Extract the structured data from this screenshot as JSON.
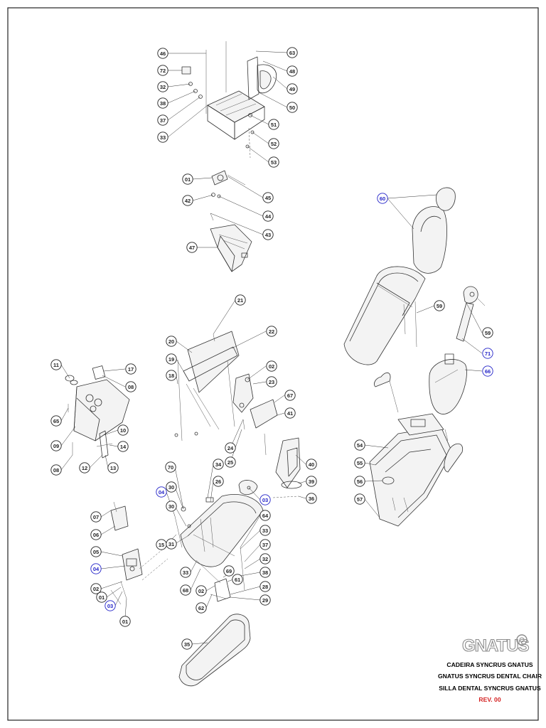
{
  "logo": {
    "text": "GNATUS"
  },
  "title_block": {
    "line1": "CADEIRA SYNCRUS GNATUS",
    "line2": "GNATUS SYNCRUS DENTAL CHAIR",
    "line3": "SILLA DENTAL SYNCRUS GNATUS",
    "revision": "REV. 00"
  },
  "colors": {
    "revision": "#d42020",
    "blue_callout": "#2323c8",
    "line": "#222222"
  },
  "callouts": [
    {
      "label": "46",
      "blue": false
    },
    {
      "label": "72",
      "blue": false
    },
    {
      "label": "32",
      "blue": false
    },
    {
      "label": "38",
      "blue": false
    },
    {
      "label": "37",
      "blue": false
    },
    {
      "label": "33",
      "blue": false
    },
    {
      "label": "63",
      "blue": false
    },
    {
      "label": "48",
      "blue": false
    },
    {
      "label": "49",
      "blue": false
    },
    {
      "label": "50",
      "blue": false
    },
    {
      "label": "51",
      "blue": false
    },
    {
      "label": "52",
      "blue": false
    },
    {
      "label": "53",
      "blue": false
    },
    {
      "label": "01",
      "blue": false
    },
    {
      "label": "42",
      "blue": false
    },
    {
      "label": "45",
      "blue": false
    },
    {
      "label": "44",
      "blue": false
    },
    {
      "label": "43",
      "blue": false
    },
    {
      "label": "47",
      "blue": false
    },
    {
      "label": "60",
      "blue": true
    },
    {
      "label": "59",
      "blue": false
    },
    {
      "label": "59",
      "blue": false
    },
    {
      "label": "71",
      "blue": true
    },
    {
      "label": "66",
      "blue": true
    },
    {
      "label": "11",
      "blue": false
    },
    {
      "label": "17",
      "blue": false
    },
    {
      "label": "08",
      "blue": false
    },
    {
      "label": "65",
      "blue": false
    },
    {
      "label": "09",
      "blue": false
    },
    {
      "label": "10",
      "blue": false
    },
    {
      "label": "14",
      "blue": false
    },
    {
      "label": "08",
      "blue": false
    },
    {
      "label": "12",
      "blue": false
    },
    {
      "label": "13",
      "blue": false
    },
    {
      "label": "21",
      "blue": false
    },
    {
      "label": "20",
      "blue": false
    },
    {
      "label": "22",
      "blue": false
    },
    {
      "label": "19",
      "blue": false
    },
    {
      "label": "18",
      "blue": false
    },
    {
      "label": "02",
      "blue": false
    },
    {
      "label": "23",
      "blue": false
    },
    {
      "label": "67",
      "blue": false
    },
    {
      "label": "41",
      "blue": false
    },
    {
      "label": "24",
      "blue": false
    },
    {
      "label": "25",
      "blue": false
    },
    {
      "label": "40",
      "blue": false
    },
    {
      "label": "39",
      "blue": false
    },
    {
      "label": "36",
      "blue": false
    },
    {
      "label": "54",
      "blue": false
    },
    {
      "label": "55",
      "blue": false
    },
    {
      "label": "56",
      "blue": false
    },
    {
      "label": "57",
      "blue": false
    },
    {
      "label": "70",
      "blue": false
    },
    {
      "label": "34",
      "blue": false
    },
    {
      "label": "26",
      "blue": false
    },
    {
      "label": "04",
      "blue": true
    },
    {
      "label": "30",
      "blue": false
    },
    {
      "label": "30",
      "blue": false
    },
    {
      "label": "03",
      "blue": true
    },
    {
      "label": "64",
      "blue": false
    },
    {
      "label": "33",
      "blue": false
    },
    {
      "label": "15",
      "blue": false
    },
    {
      "label": "31",
      "blue": false
    },
    {
      "label": "37",
      "blue": false
    },
    {
      "label": "32",
      "blue": false
    },
    {
      "label": "38",
      "blue": false
    },
    {
      "label": "69",
      "blue": false
    },
    {
      "label": "61",
      "blue": false
    },
    {
      "label": "28",
      "blue": false
    },
    {
      "label": "33",
      "blue": false
    },
    {
      "label": "68",
      "blue": false
    },
    {
      "label": "02",
      "blue": false
    },
    {
      "label": "29",
      "blue": false
    },
    {
      "label": "62",
      "blue": false
    },
    {
      "label": "07",
      "blue": false
    },
    {
      "label": "06",
      "blue": false
    },
    {
      "label": "05",
      "blue": false
    },
    {
      "label": "04",
      "blue": true
    },
    {
      "label": "02",
      "blue": false
    },
    {
      "label": "01",
      "blue": false
    },
    {
      "label": "03",
      "blue": true
    },
    {
      "label": "01",
      "blue": false
    },
    {
      "label": "35",
      "blue": false
    }
  ]
}
